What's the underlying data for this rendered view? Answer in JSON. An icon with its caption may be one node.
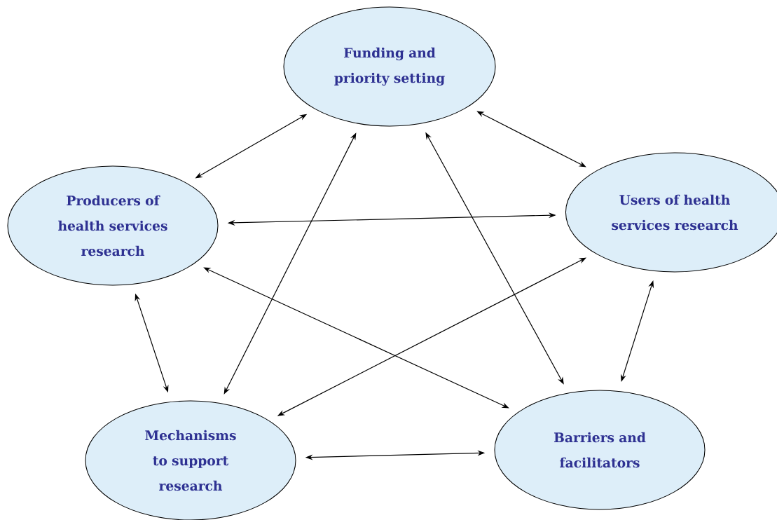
{
  "diagram": {
    "nodes": [
      {
        "text": [
          "Funding and priority setting"
        ]
      },
      {
        "text": [
          "Producers of health services research"
        ]
      },
      {
        "text": [
          "Users of health services research"
        ]
      },
      {
        "text": [
          "Mechanisms to support research"
        ]
      },
      {
        "text": [
          "Barriers and facilitators"
        ]
      }
    ],
    "edges": [
      {
        "from": 0,
        "to": 1,
        "arrow": "both"
      },
      {
        "from": 0,
        "to": 2,
        "arrow": "both"
      },
      {
        "from": 1,
        "to": 2,
        "arrow": "both"
      },
      {
        "from": 0,
        "to": 3,
        "arrow": "both"
      },
      {
        "from": 0,
        "to": 4,
        "arrow": "both"
      },
      {
        "from": 1,
        "to": 4,
        "arrow": "both"
      },
      {
        "from": 2,
        "to": 3,
        "arrow": "both"
      },
      {
        "from": 1,
        "to": 3,
        "arrow": "both"
      },
      {
        "from": 2,
        "to": 4,
        "arrow": "both"
      },
      {
        "from": 3,
        "to": 4,
        "arrow": "both"
      }
    ]
  }
}
